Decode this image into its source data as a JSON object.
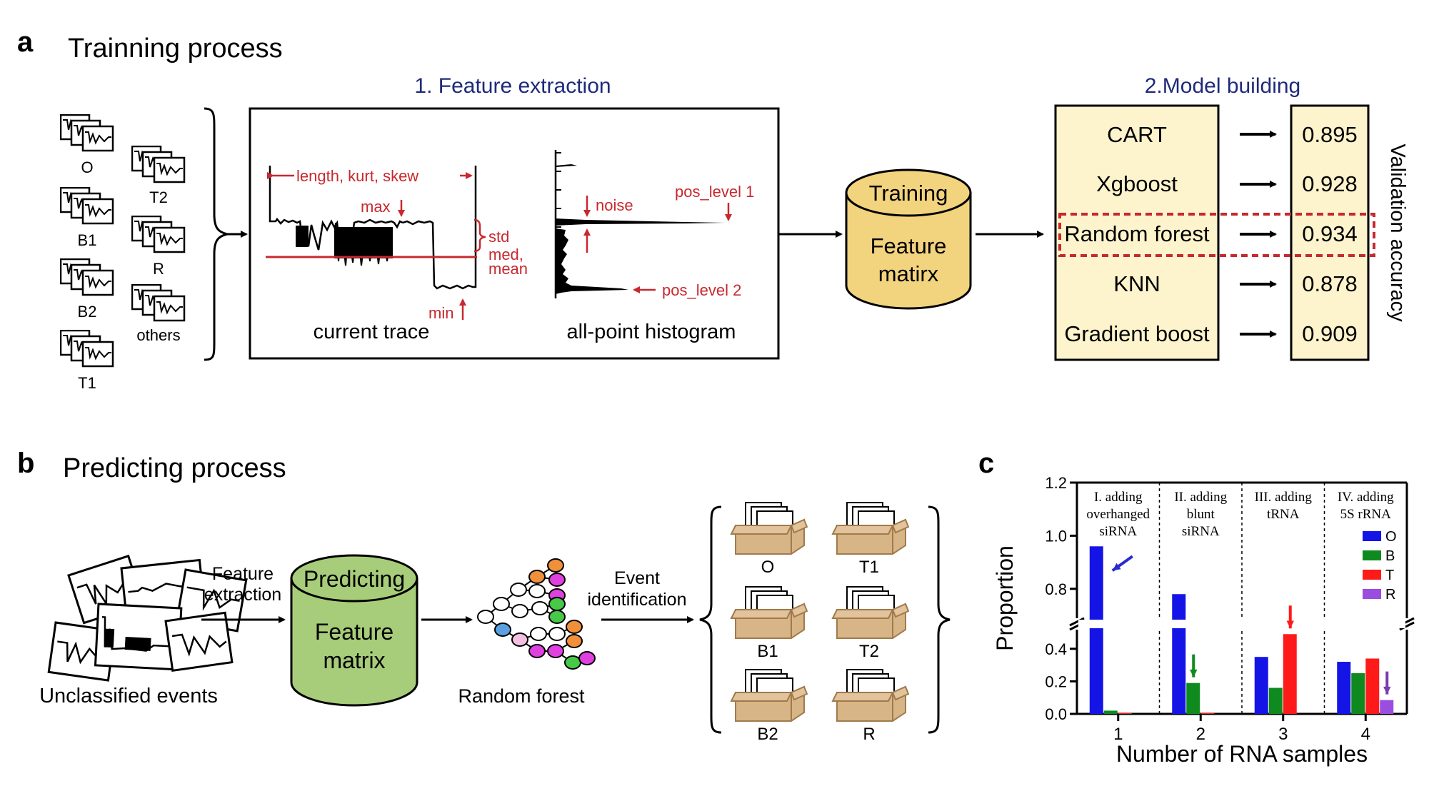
{
  "panel_a": {
    "letter": "a",
    "title": "Trainning process",
    "feature_extraction_title": "1. Feature extraction",
    "model_building_title": "2.Model building",
    "samples": [
      "O",
      "B1",
      "B2",
      "T1",
      "T2",
      "R",
      "others"
    ],
    "trace_labels": {
      "length": "length, kurt, skew",
      "max": "max",
      "std": "std",
      "med": "med,",
      "mean": "mean",
      "min": "min",
      "caption": "current trace"
    },
    "histogram_labels": {
      "noise": "noise",
      "pos_level_1": "pos_level 1",
      "pos_level_2": "pos_level 2",
      "caption": "all-point histogram"
    },
    "training_cylinder": {
      "top": "Training",
      "line1": "Feature",
      "line2": "matirx"
    },
    "models": [
      {
        "name": "CART",
        "accuracy": "0.895"
      },
      {
        "name": "Xgboost",
        "accuracy": "0.928"
      },
      {
        "name": "Random forest",
        "accuracy": "0.934"
      },
      {
        "name": "KNN",
        "accuracy": "0.878"
      },
      {
        "name": "Gradient boost",
        "accuracy": "0.909"
      }
    ],
    "validation_label": "Validation accuracy",
    "colors": {
      "accent_red": "#c8282e",
      "title_blue": "#1f2a7a",
      "cream": "#fdf3cc",
      "cylinder_yellow": "#f2d37e"
    }
  },
  "panel_b": {
    "letter": "b",
    "title": "Predicting process",
    "unclassified": "Unclassified events",
    "feature_extraction": [
      "Feature",
      "extraction"
    ],
    "predicting_cylinder": {
      "top": "Predicting",
      "line1": "Feature",
      "line2": "matrix"
    },
    "random_forest": "Random forest",
    "event_identification": [
      "Event",
      "identification"
    ],
    "boxes": [
      "O",
      "T1",
      "B1",
      "T2",
      "B2",
      "R"
    ],
    "colors": {
      "cylinder_green": "#a8cd7a",
      "box_tan": "#d4b184"
    }
  },
  "panel_c": {
    "letter": "c",
    "chart_data": {
      "type": "bar",
      "ylabel": "Proportion",
      "xlabel": "Number of RNA samples",
      "categories": [
        "1",
        "2",
        "3",
        "4"
      ],
      "y_ticks": [
        "0.0",
        "0.2",
        "0.4",
        "0.8",
        "1.0",
        "1.2"
      ],
      "axis_break": [
        0.5,
        0.7
      ],
      "sections": [
        [
          "I. adding",
          "overhanged",
          "siRNA"
        ],
        [
          "II. adding",
          "blunt",
          "siRNA"
        ],
        [
          "III. adding",
          "tRNA"
        ],
        [
          "IV. adding",
          "5S rRNA"
        ]
      ],
      "series": [
        {
          "name": "O",
          "color": "#1414e6",
          "values": [
            0.96,
            0.78,
            0.35,
            0.32
          ]
        },
        {
          "name": "B",
          "color": "#0f8a1e",
          "values": [
            0.02,
            0.19,
            0.16,
            0.25
          ]
        },
        {
          "name": "T",
          "color": "#ff1a1a",
          "values": [
            0.005,
            0.005,
            0.49,
            0.34
          ]
        },
        {
          "name": "R",
          "color": "#9b4de0",
          "values": [
            0,
            0,
            0,
            0.085
          ]
        }
      ],
      "legend_position": "top-right",
      "arrows": [
        {
          "category": "1",
          "series": "O",
          "color": "#2a2ad0"
        },
        {
          "category": "2",
          "series": "B",
          "color": "#0f8a1e"
        },
        {
          "category": "3",
          "series": "T",
          "color": "#ff1a1a"
        },
        {
          "category": "4",
          "series": "R",
          "color": "#7a3ab0"
        }
      ]
    }
  }
}
